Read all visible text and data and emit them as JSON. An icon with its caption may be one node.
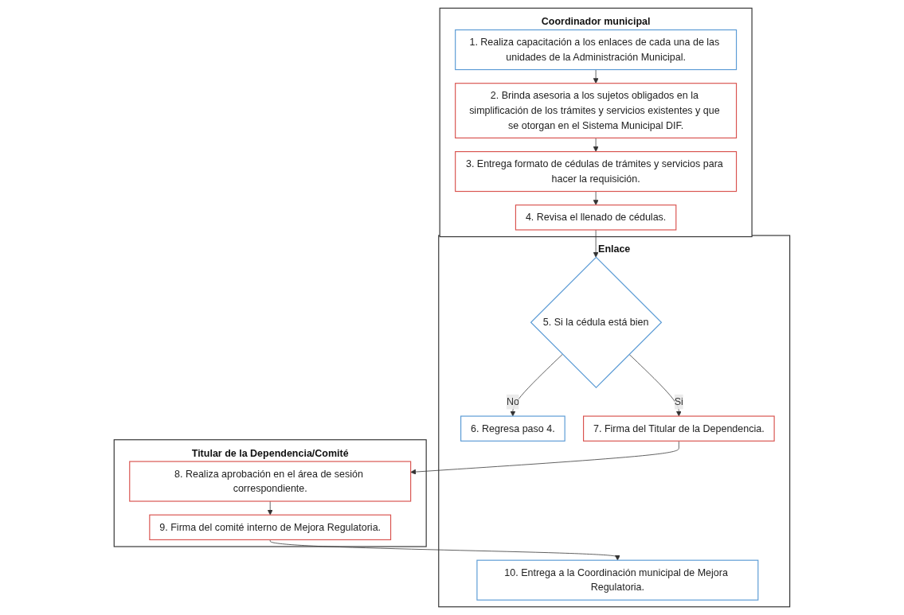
{
  "diagram": {
    "nodes": [
      {
        "text": [
          "Coordinador municipal"
        ]
      },
      {
        "text": [
          "Enlace"
        ]
      },
      {
        "text": [
          "Titular de la Dependencia/Comité"
        ]
      },
      {
        "text": [
          "1. Realiza capacitación a los enlaces de cada una de las unidades de la Administración Municipal."
        ],
        "in": 0
      },
      {
        "text": [
          "2. Brinda asesoria a los sujetos obligados en la simplificación de los trámites y servicios existentes y que se otorgan en el Sistema Municipal DIF."
        ],
        "in": 0
      },
      {
        "text": [
          "3. Entrega formato de cédulas de trámites y servicios para hacer la requisición."
        ],
        "in": 0
      },
      {
        "text": [
          "4. Revisa el llenado de cédulas."
        ],
        "in": 0
      },
      {
        "text": [
          "5. Si la cédula está bien"
        ],
        "in": 1
      },
      {
        "text": [
          "6. Regresa paso 4."
        ],
        "in": 1
      },
      {
        "text": [
          "7. Firma del Titular de la Dependencia."
        ],
        "in": 1
      },
      {
        "text": [
          "10. Entrega a la Coordinación municipal de Mejora Regulatoria."
        ],
        "in": 1
      },
      {
        "text": [
          "8. Realiza aprobación en el área de sesión correspondiente."
        ],
        "in": 2
      },
      {
        "text": [
          "9. Firma del comité interno de Mejora Regulatoria."
        ],
        "in": 2
      }
    ],
    "edges": [
      {
        "from": 3,
        "to": 4,
        "arrow": "to"
      },
      {
        "from": 4,
        "to": 5,
        "arrow": "to"
      },
      {
        "from": 5,
        "to": 6,
        "arrow": "to"
      },
      {
        "from": 6,
        "to": 7,
        "arrow": "to"
      },
      {
        "from": 7,
        "to": 8,
        "label": "No",
        "arrow": "to"
      },
      {
        "from": 7,
        "to": 9,
        "label": "Si",
        "arrow": "to"
      },
      {
        "from": 9,
        "to": 11,
        "arrow": "to"
      },
      {
        "from": 11,
        "to": 12,
        "arrow": "to"
      },
      {
        "from": 12,
        "to": 10,
        "arrow": "to"
      }
    ]
  }
}
